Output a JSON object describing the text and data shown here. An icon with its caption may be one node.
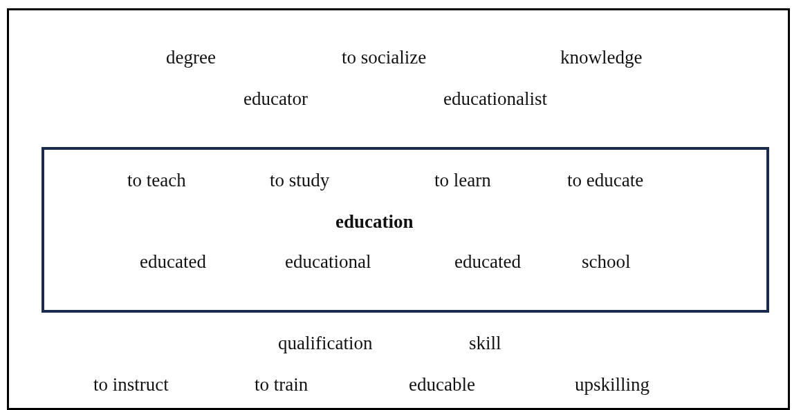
{
  "diagram": {
    "nodes": [
      {
        "text": [
          "degree",
          "to socialize",
          "knowledge",
          "educator",
          "educationalist",
          "qualification",
          "skill",
          "to instruct",
          "to train",
          "educable",
          "upskilling"
        ]
      },
      {
        "text": [
          "to teach",
          "to study",
          "to learn",
          "to educate",
          "education",
          "educated",
          "educational",
          "educated",
          "school"
        ],
        "in": 0
      }
    ]
  }
}
